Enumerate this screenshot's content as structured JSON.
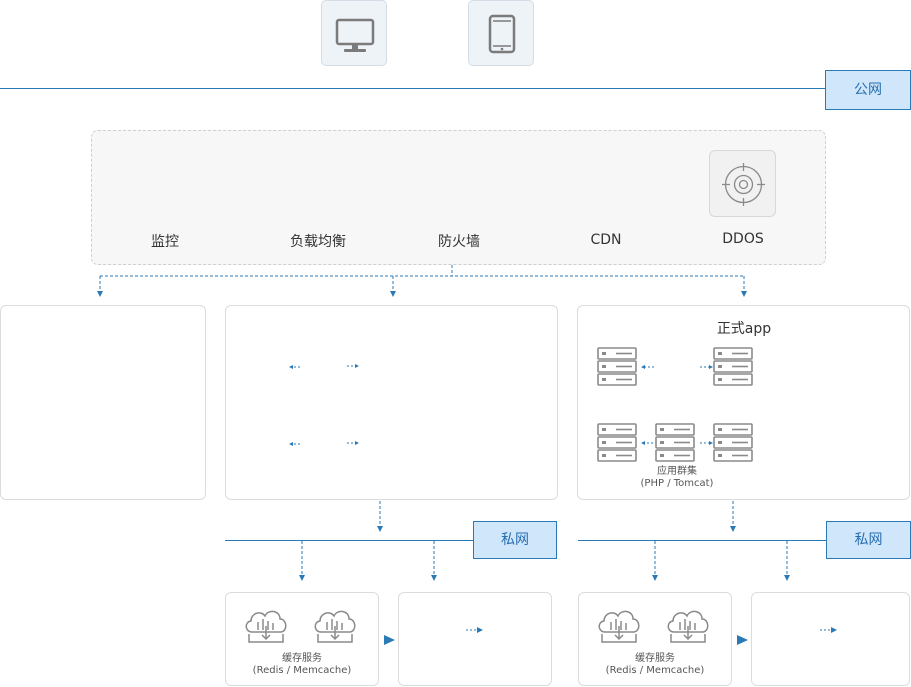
{
  "network": {
    "public_label": "公网",
    "private_label_1": "私网",
    "private_label_2": "私网"
  },
  "devices": [
    {
      "name": "desktop",
      "icon": "monitor-icon"
    },
    {
      "name": "mobile",
      "icon": "tablet-icon"
    }
  ],
  "security_services": [
    {
      "label": "监控"
    },
    {
      "label": "负载均衡"
    },
    {
      "label": "防火墙"
    },
    {
      "label": "CDN"
    },
    {
      "label": "DDOS",
      "icon": "ddos-shield-icon"
    }
  ],
  "prod_panel": {
    "title": "正式app",
    "cluster_label": "应用群集",
    "cluster_sub": "(PHP / Tomcat)"
  },
  "cache_groups": [
    {
      "label": "缓存服务",
      "sub": "(Redis / Memcache)"
    },
    {
      "label": "缓存服务",
      "sub": "(Redis / Memcache)"
    }
  ],
  "colors": {
    "accent": "#2a7ab8",
    "tag_fill": "#cfe6fb",
    "icon_grey": "#8a8a8a"
  }
}
